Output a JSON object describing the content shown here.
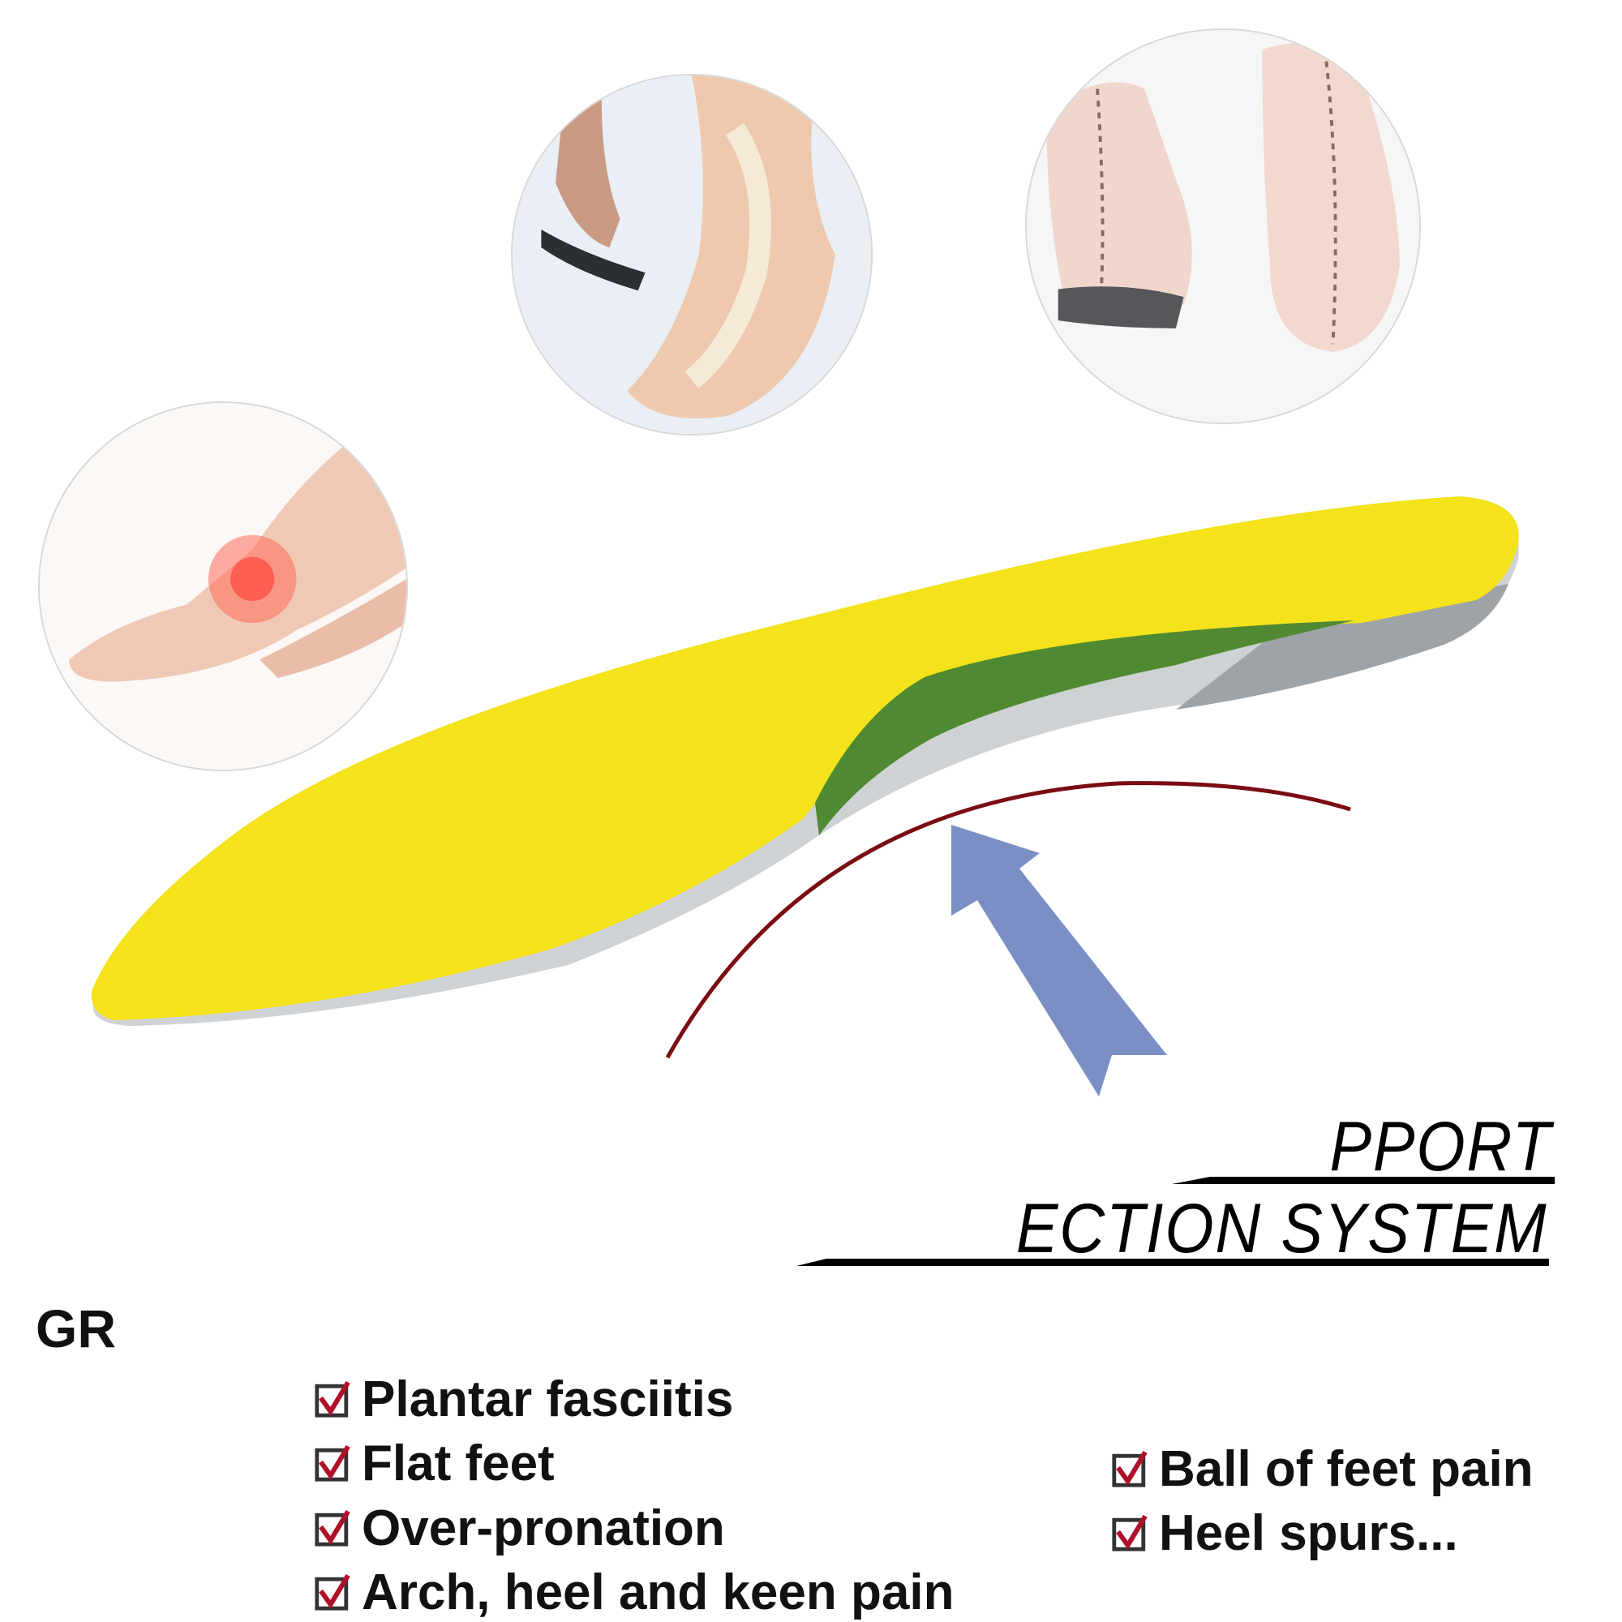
{
  "headline": {
    "line1_fragment": "PPORT",
    "line2_fragment": "ECTION SYSTEM"
  },
  "section_label_fragment": "GR",
  "conditions_left": [
    {
      "label": "Plantar fasciitis",
      "checked": true
    },
    {
      "label": "Flat feet",
      "checked": true
    },
    {
      "label": "Over-pronation",
      "checked": true
    },
    {
      "label": "Arch, heel and keen pain",
      "checked": true
    }
  ],
  "conditions_right": [
    {
      "label": "Ball of feet pain",
      "checked": true
    },
    {
      "label": "Heel spurs...",
      "checked": true
    }
  ],
  "colors": {
    "insole_top": "#f4e21a",
    "arch_mesh": "#4f8a32",
    "arrow": "#7b8fc4",
    "arc": "#7a0c12",
    "check": "#b0102a"
  }
}
